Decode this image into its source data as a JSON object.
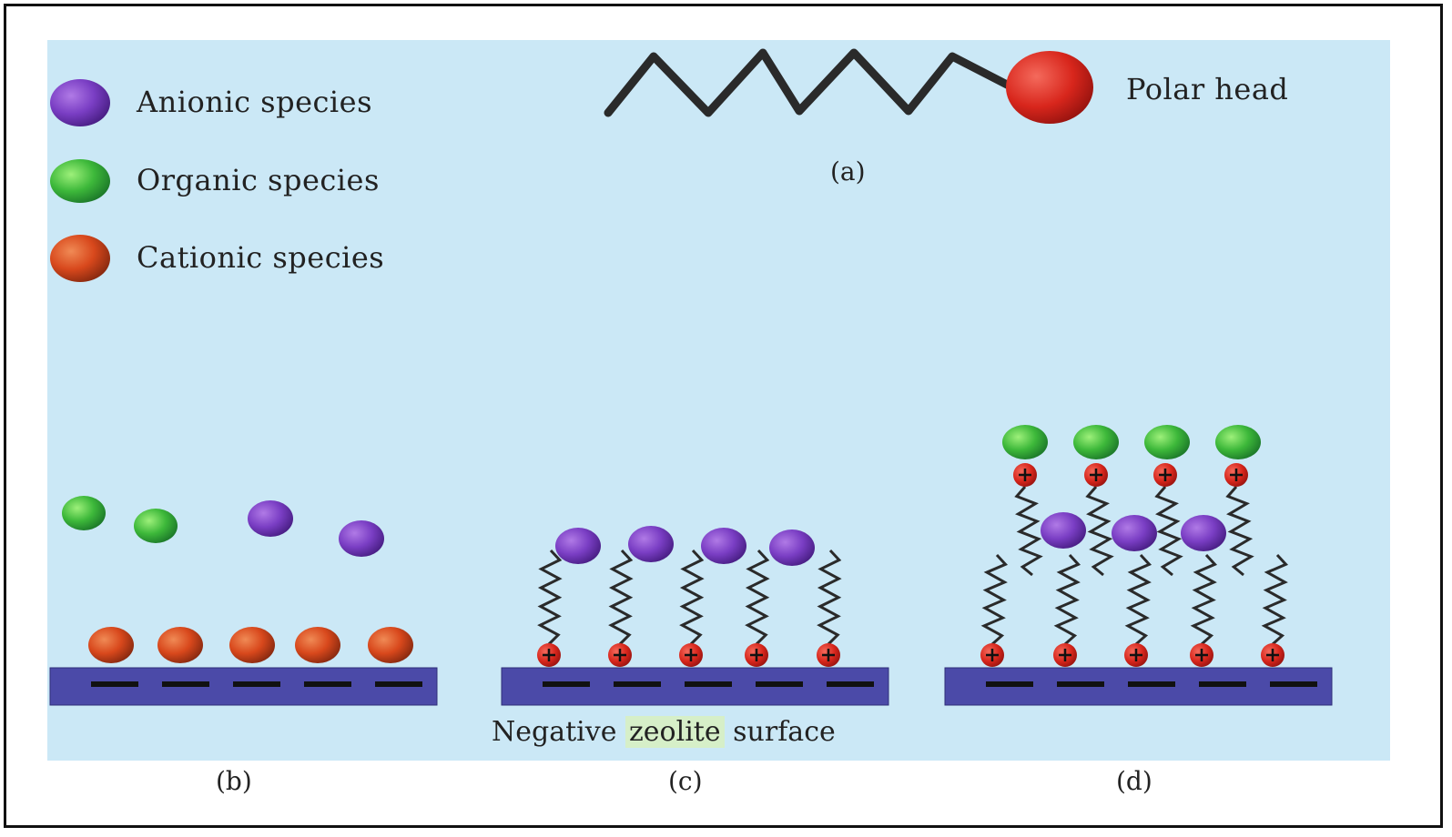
{
  "legend": {
    "anionic_label": "Anionic species",
    "organic_label": "Organic species",
    "cationic_label": "Cationic species"
  },
  "surfactant": {
    "head_label": "Polar head"
  },
  "captions": {
    "a": "(a)",
    "b": "(b)",
    "c": "(c)",
    "d": "(d)"
  },
  "surface_label": {
    "prefix": "Negative ",
    "highlight": "zeolite",
    "suffix": " surface"
  },
  "colors": {
    "background_panel": "#cbe8f6",
    "anionic": "#7a3ec4",
    "organic": "#3db83a",
    "cationic": "#d8481c",
    "polar_head": "#d8261c",
    "surface": "#4b4aa8",
    "highlight": "#d6efc8"
  },
  "icons": {
    "negative_charge": "minus-sign",
    "positive_charge": "plus-sign"
  }
}
